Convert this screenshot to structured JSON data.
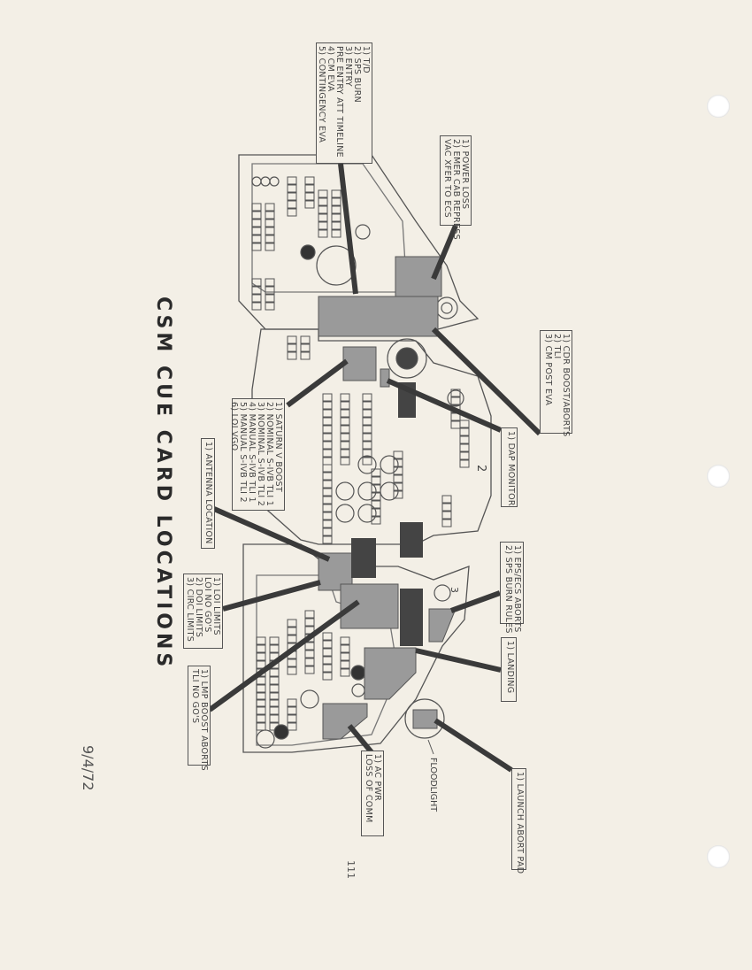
{
  "title": "CSM CUE CARD LOCATIONS",
  "date": "9/4/72",
  "page_number": "111",
  "panel_numbers": [
    "2",
    "3"
  ],
  "floodlight_label": "FLOODLIGHT",
  "callouts": {
    "td": [
      "1) T/D",
      "2) SPS BURN",
      "3) ENTRY",
      "PRE ENTRY ATT TIMELINE",
      "4) CM EVA",
      "5) CONTINGENCY EVA"
    ],
    "power_loss": [
      "1) POWER LOSS",
      "2) EMER CAB REPRESS",
      "VAC XFER TO ECS"
    ],
    "cdr_boost": [
      "1) CDR BOOST/ABORTS",
      "2) TLI",
      "3) CM POST EVA"
    ],
    "saturn": [
      "1) SATURN V BOOST",
      "2) NOMINAL S-IVB TLI 1",
      "3) NOMINAL S-IVB TLI 2",
      "4) MANUAL S-IVB TLI 1",
      "5) MANUAL S-IVB TLI 2",
      "6) LOI VGO"
    ],
    "dap": [
      "1) DAP MONITOR"
    ],
    "antenna": [
      "1) ANTENNA LOCATION"
    ],
    "eps_ecs": [
      "1) EPS/ECS ABORTS",
      "2) SPS BURN RULES"
    ],
    "loi": [
      "1) LOI LIMITS",
      "LOI NO GO'S",
      "2) DOI LIMITS",
      "3) CIRC LIMITS"
    ],
    "landing": [
      "1) LANDING"
    ],
    "lmp_boost": [
      "1) LMP BOOST ABORTS",
      "TLI NO GO'S"
    ],
    "ac_pwr": [
      "1) AC PWR",
      "LOSS OF COMM"
    ],
    "launch_abort": [
      "1) LAUNCH ABORT PAD"
    ]
  },
  "colors": {
    "paper": "#f3efe6",
    "ink": "#333333",
    "shade": "#9a9a9a"
  }
}
